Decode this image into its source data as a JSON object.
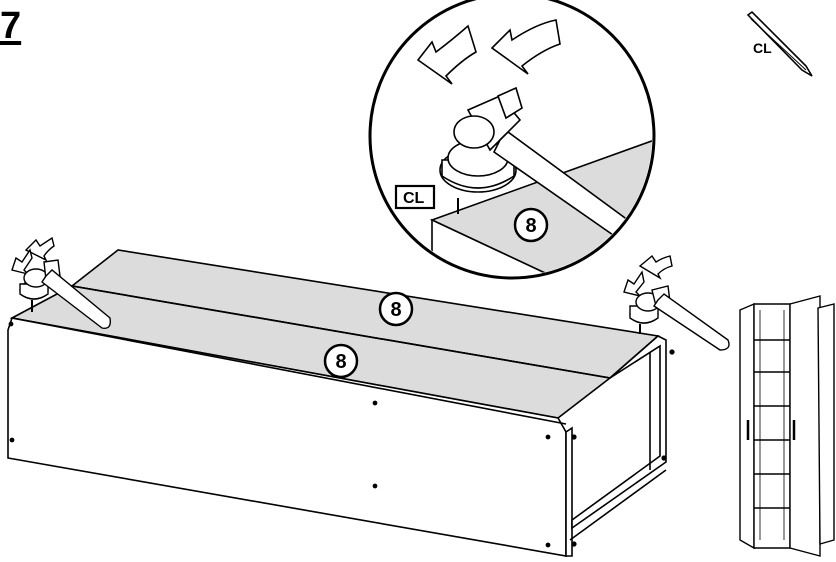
{
  "step": {
    "number": "7"
  },
  "parts": {
    "nail_code": "CL",
    "callout_code": "CL",
    "panel_number": "8"
  },
  "icons": {
    "nail": "nail-icon",
    "hammer": "hammer-icon",
    "rotate": "rotate-arrow-icon",
    "cabinet": "finished-cabinet-icon"
  },
  "colors": {
    "line": "#000000",
    "panel_fill": "#dcdcdc",
    "background": "#ffffff"
  }
}
